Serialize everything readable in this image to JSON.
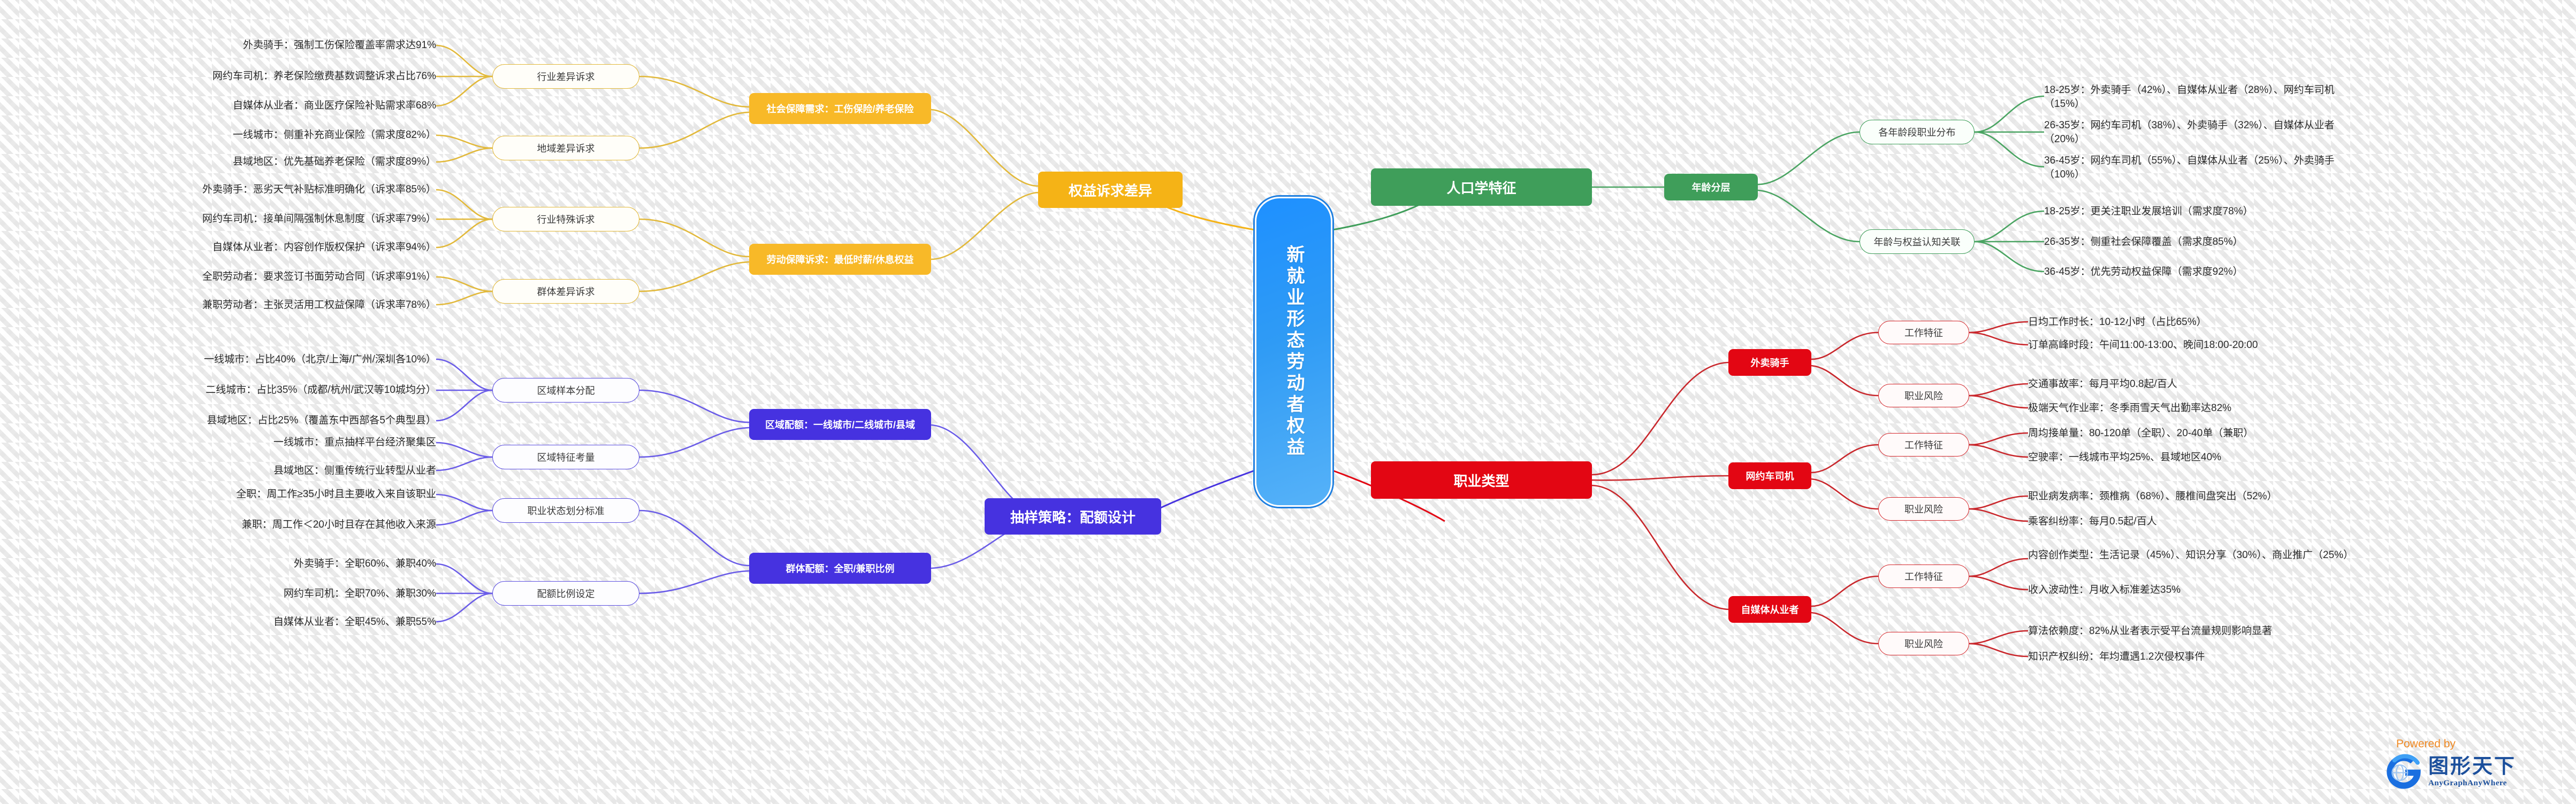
{
  "root": {
    "label": "新就业形态劳动者权益",
    "color": "#1e90ff"
  },
  "branches": {
    "rights": {
      "label": "权益诉求差异",
      "color": "#f5b316",
      "children": [
        {
          "label": "社会保障需求：工伤保险/养老保险",
          "groups": [
            {
              "label": "行业差异诉求",
              "leaves": [
                "外卖骑手：强制工伤保险覆盖率需求达91%",
                "网约车司机：养老保险缴费基数调整诉求占比76%",
                "自媒体从业者：商业医疗保险补贴需求率68%"
              ]
            },
            {
              "label": "地域差异诉求",
              "leaves": [
                "一线城市：侧重补充商业保险（需求度82%）",
                "县域地区：优先基础养老保险（需求度89%）"
              ]
            }
          ]
        },
        {
          "label": "劳动保障诉求：最低时薪/休息权益",
          "groups": [
            {
              "label": "行业特殊诉求",
              "leaves": [
                "外卖骑手：恶劣天气补贴标准明确化（诉求率85%）",
                "网约车司机：接单间隔强制休息制度（诉求率79%）",
                "自媒体从业者：内容创作版权保护（诉求率94%）"
              ]
            },
            {
              "label": "群体差异诉求",
              "leaves": [
                "全职劳动者：要求签订书面劳动合同（诉求率91%）",
                "兼职劳动者：主张灵活用工权益保障（诉求率78%）"
              ]
            }
          ]
        }
      ]
    },
    "sampling": {
      "label": "抽样策略：配额设计",
      "color": "#4632e0",
      "children": [
        {
          "label": "区域配额：一线城市/二线城市/县域",
          "groups": [
            {
              "label": "区域样本分配",
              "leaves": [
                "一线城市：占比40%（北京/上海/广州/深圳各10%）",
                "二线城市：占比35%（成都/杭州/武汉等10城均分）",
                "县域地区：占比25%（覆盖东中西部各5个典型县）"
              ]
            },
            {
              "label": "区域特征考量",
              "leaves": [
                "一线城市：重点抽样平台经济聚集区",
                "县域地区：侧重传统行业转型从业者"
              ]
            }
          ]
        },
        {
          "label": "群体配额：全职/兼职比例",
          "groups": [
            {
              "label": "职业状态划分标准",
              "leaves": [
                "全职：周工作≥35小时且主要收入来自该职业",
                "兼职：周工作＜20小时且存在其他收入来源"
              ]
            },
            {
              "label": "配额比例设定",
              "leaves": [
                "外卖骑手：全职60%、兼职40%",
                "网约车司机：全职70%、兼职30%",
                "自媒体从业者：全职45%、兼职55%"
              ]
            }
          ]
        }
      ]
    },
    "demographics": {
      "label": "人口学特征",
      "color": "#3f9e5a",
      "children": [
        {
          "label": "年龄分层",
          "groups": [
            {
              "label": "各年龄段职业分布",
              "leaves": [
                "18-25岁：外卖骑手（42%）、自媒体从业者（28%）、网约车司机（15%）",
                "26-35岁：网约车司机（38%）、外卖骑手（32%）、自媒体从业者（20%）",
                "36-45岁：网约车司机（55%）、自媒体从业者（25%）、外卖骑手（10%）"
              ]
            },
            {
              "label": "年龄与权益认知关联",
              "leaves": [
                "18-25岁：更关注职业发展培训（需求度78%）",
                "26-35岁：侧重社会保障覆盖（需求度85%）",
                "36-45岁：优先劳动权益保障（需求度92%）"
              ]
            }
          ]
        }
      ]
    },
    "occupation": {
      "label": "职业类型",
      "color": "#e30613",
      "children": [
        {
          "label": "外卖骑手",
          "groups": [
            {
              "label": "工作特征",
              "leaves": [
                "日均工作时长：10-12小时（占比65%）",
                "订单高峰时段：午间11:00-13:00、晚间18:00-20:00"
              ]
            },
            {
              "label": "职业风险",
              "leaves": [
                "交通事故率：每月平均0.8起/百人",
                "极端天气作业率：冬季雨雪天气出勤率达82%"
              ]
            }
          ]
        },
        {
          "label": "网约车司机",
          "groups": [
            {
              "label": "工作特征",
              "leaves": [
                "周均接单量：80-120单（全职）、20-40单（兼职）",
                "空驶率：一线城市平均25%、县域地区40%"
              ]
            },
            {
              "label": "职业风险",
              "leaves": [
                "职业病发病率：颈椎病（68%）、腰椎间盘突出（52%）",
                "乘客纠纷率：每月0.5起/百人"
              ]
            }
          ]
        },
        {
          "label": "自媒体从业者",
          "groups": [
            {
              "label": "工作特征",
              "leaves": [
                "内容创作类型：生活记录（45%）、知识分享（30%）、商业推广（25%）",
                "收入波动性：月收入标准差达35%"
              ]
            },
            {
              "label": "职业风险",
              "leaves": [
                "算法依赖度：82%从业者表示受平台流量规则影响显著",
                "知识产权纠纷：年均遭遇1.2次侵权事件"
              ]
            }
          ]
        }
      ]
    }
  },
  "watermark": {
    "powered": "Powered by",
    "brand_cn": "图形天下",
    "brand_en": "AnyGraphAnyWhere"
  }
}
